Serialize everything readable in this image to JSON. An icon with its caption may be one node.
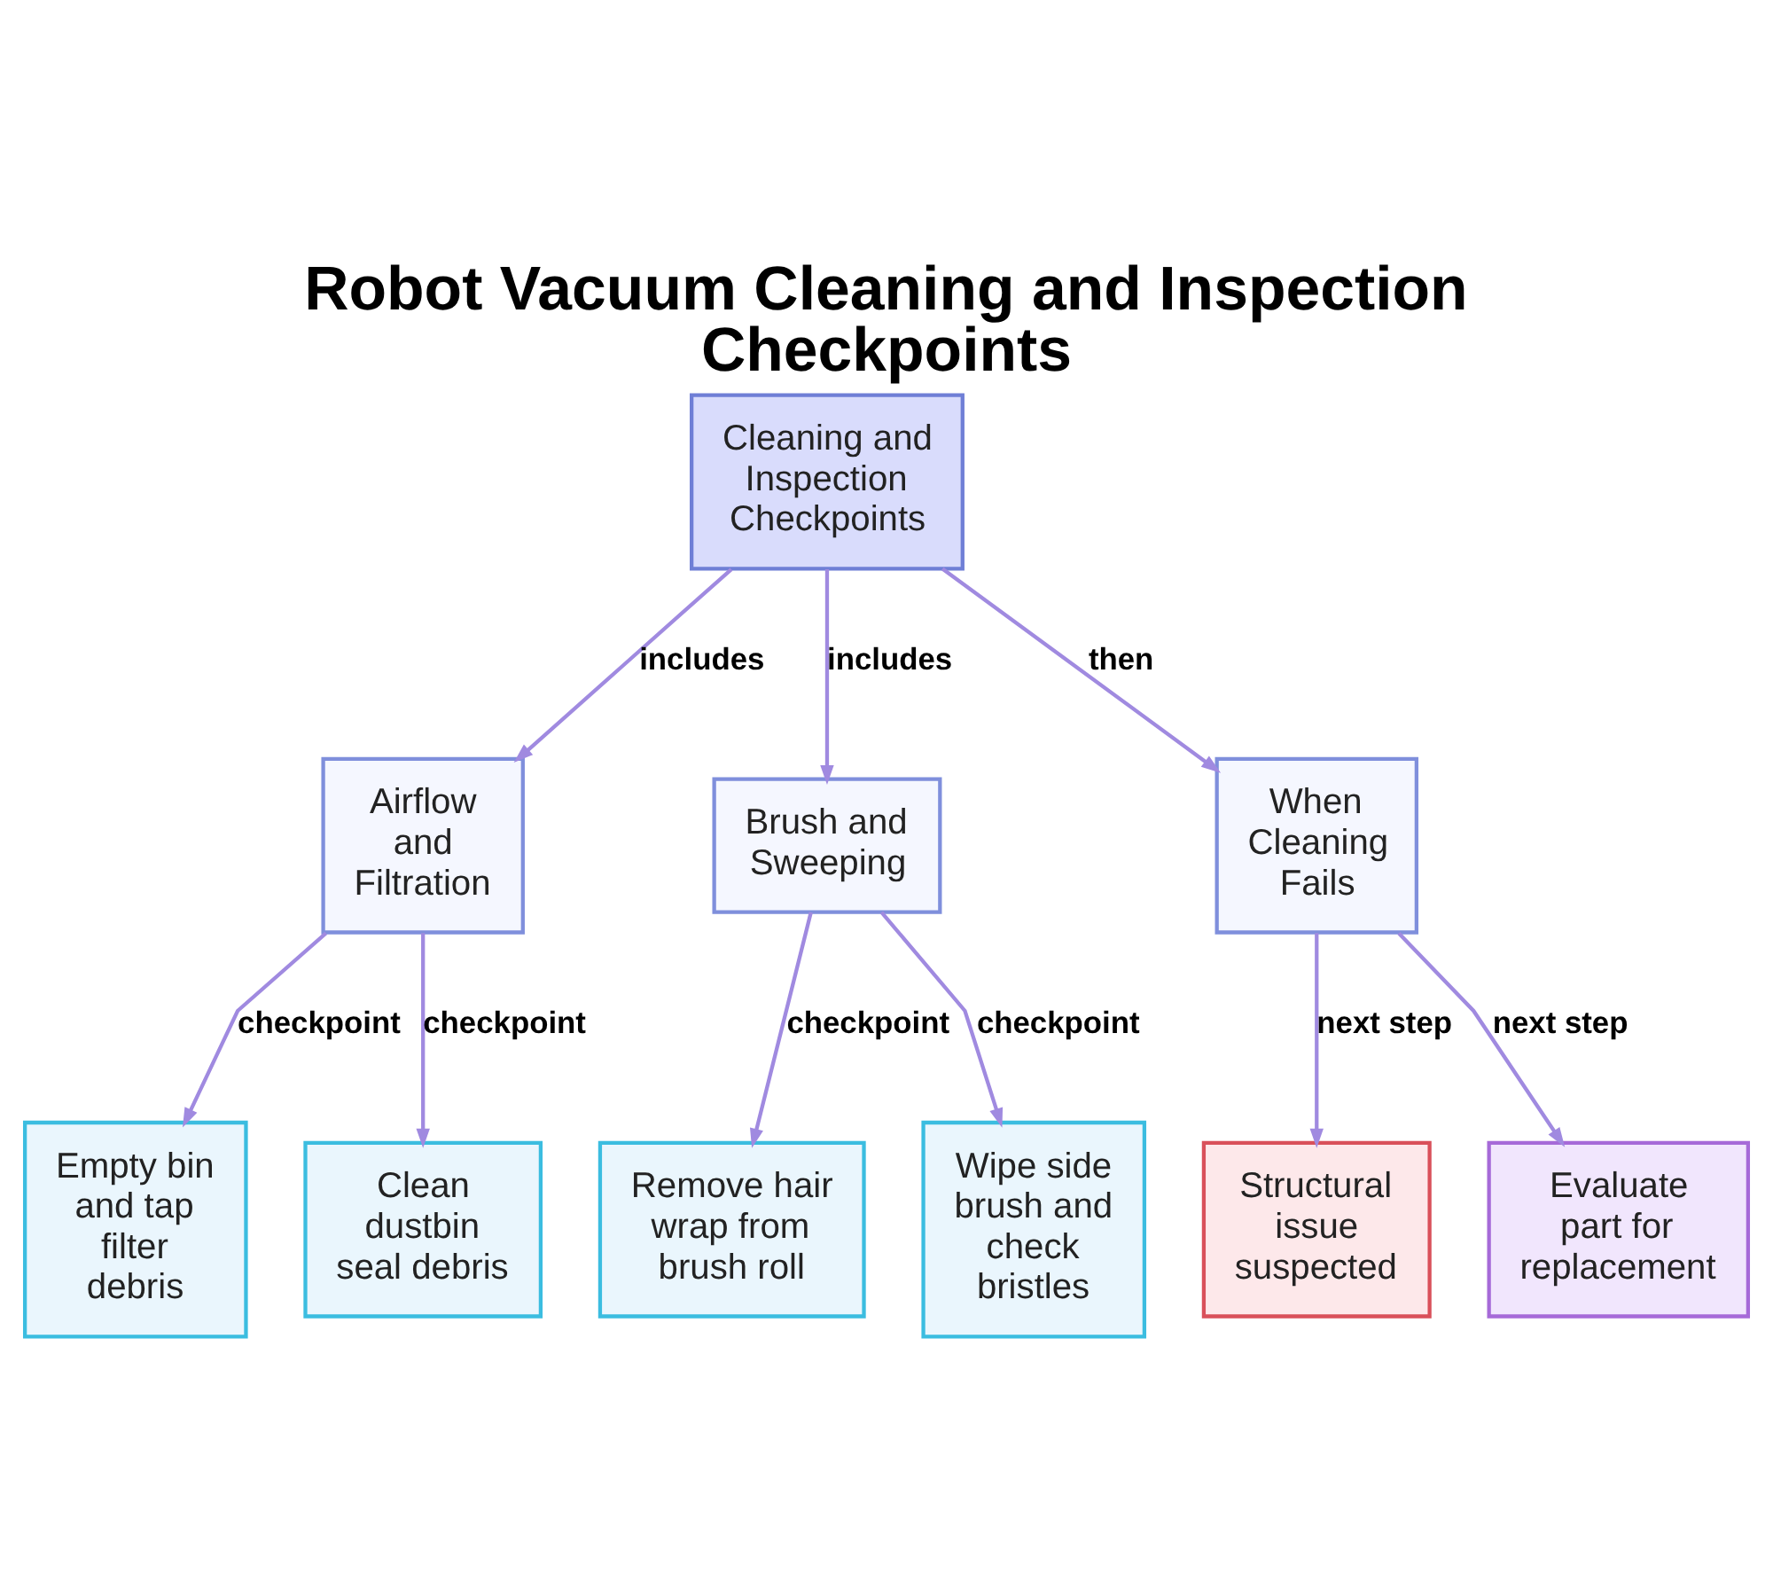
{
  "diagram": {
    "title": "Robot Vacuum Cleaning and Inspection Checkpoints",
    "nodes": [
      {
        "text": [
          "Cleaning and Inspection Checkpoints"
        ]
      },
      {
        "text": [
          "Airflow and Filtration"
        ]
      },
      {
        "text": [
          "Brush and Sweeping"
        ]
      },
      {
        "text": [
          "When Cleaning Fails"
        ]
      },
      {
        "text": [
          "Empty bin and tap filter debris"
        ]
      },
      {
        "text": [
          "Clean dustbin seal debris"
        ]
      },
      {
        "text": [
          "Remove hair wrap from brush roll"
        ]
      },
      {
        "text": [
          "Wipe side brush and check bristles"
        ]
      },
      {
        "text": [
          "Structural issue suspected"
        ]
      },
      {
        "text": [
          "Evaluate part for replacement"
        ]
      }
    ],
    "edges": [
      {
        "from": 0,
        "to": 1,
        "arrow": "to",
        "label": "includes"
      },
      {
        "from": 0,
        "to": 2,
        "arrow": "to",
        "label": "includes"
      },
      {
        "from": 0,
        "to": 3,
        "arrow": "to",
        "label": "then"
      },
      {
        "from": 1,
        "to": 4,
        "arrow": "to",
        "label": "checkpoint"
      },
      {
        "from": 1,
        "to": 5,
        "arrow": "to",
        "label": "checkpoint"
      },
      {
        "from": 2,
        "to": 6,
        "arrow": "to",
        "label": "checkpoint"
      },
      {
        "from": 2,
        "to": 7,
        "arrow": "to",
        "label": "checkpoint"
      },
      {
        "from": 3,
        "to": 8,
        "arrow": "to",
        "label": "next step"
      },
      {
        "from": 3,
        "to": 9,
        "arrow": "to",
        "label": "next step"
      }
    ]
  }
}
